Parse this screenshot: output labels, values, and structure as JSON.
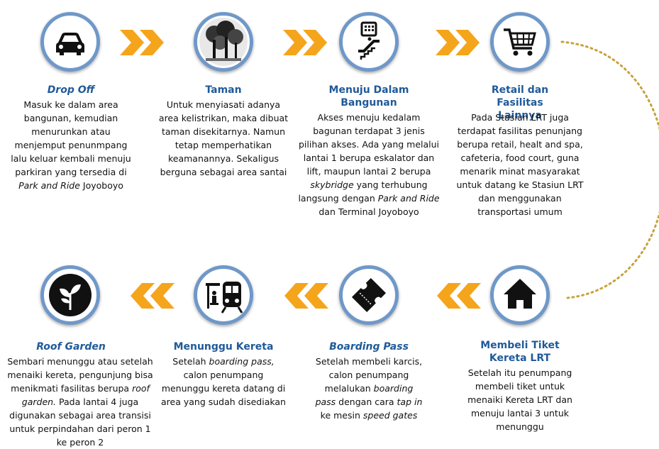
{
  "steps": [
    {
      "title": "Drop Off",
      "desc": [
        "Masuk ke dalam area",
        "bangunan, kemudian",
        "menurunkan atau",
        "menjemput penunmpang",
        "lalu keluar kembali menuju",
        "parkiran yang tersedia di",
        {
          "i": "Park and Ride"
        },
        " Joyoboyo"
      ]
    },
    {
      "title": "Taman",
      "desc": [
        "Untuk menyiasati adanya",
        "area kelistrikan, maka dibuat",
        "taman disekitarnya. Namun",
        "tetap memperhatikan",
        "keamanannya. Sekaligus",
        "berguna sebagai area santai"
      ]
    },
    {
      "title": "Menuju Dalam Bangunan",
      "desc": [
        "Akses menuju kedalam",
        "bagunan terdapat 3 jenis",
        "pilihan akses. Ada yang melalui",
        "lantai 1 berupa eskalator dan",
        "lift, maupun lantai 2 berupa",
        "skybridge yang terhubung",
        "langsung dengan Park and Ride",
        "dan Terminal Joyoboyo"
      ]
    },
    {
      "title": "Retail dan Fasilitas Lainnya",
      "desc": [
        "Pada Stasiun LRT juga",
        "terdapat fasilitas penunjang",
        "berupa retail, healt and spa,",
        "cafeteria, food court, guna",
        "menarik minat masyarakat",
        "untuk datang ke Stasiun LRT",
        "dan menggunakan",
        "transportasi umum"
      ]
    },
    {
      "title": "Membeli Tiket Kereta LRT",
      "desc": [
        "Setelah itu penumpang",
        "membeli tiket untuk",
        "menaiki Kereta LRT dan",
        "menuju lantai 3 untuk",
        "menunggu"
      ]
    },
    {
      "title": "Boarding Pass",
      "desc": [
        "Setelah membeli karcis,",
        "calon penumpang",
        "melalukan boarding",
        "pass dengan cara tap in",
        "ke mesin speed gates"
      ]
    },
    {
      "title": "Menunggu Kereta",
      "desc": [
        "Setelah boarding pass,",
        "calon penumpang",
        "menunggu kereta datang di",
        "area yang sudah disediakan"
      ]
    },
    {
      "title": "Roof Garden",
      "desc": [
        "Sembari menunggu atau setelah",
        "menaiki kereta, pengunjung bisa",
        "menikmati fasilitas berupa roof",
        "garden. Pada lantai 4 juga",
        "digunakan sebagai area transisi",
        "untuk perpindahan dari peron 1",
        "ke peron 2"
      ]
    }
  ],
  "icons": [
    "car-icon",
    "trees-icon",
    "escalator-elevator-icon",
    "shopping-cart-icon",
    "house-icon",
    "ticket-icon",
    "train-station-icon",
    "leaf-icon"
  ],
  "colors": {
    "title": "#1f5a99",
    "ring": "#6f98c9",
    "chevron": "#f4a51c",
    "connector": "#c8a23a"
  }
}
